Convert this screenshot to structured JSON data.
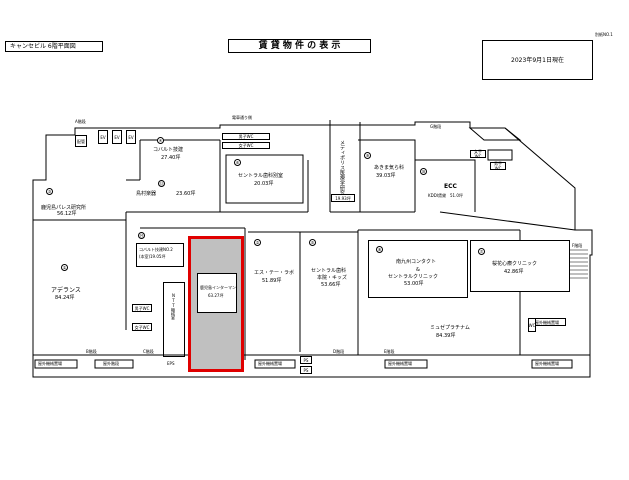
{
  "header": {
    "floor_label": "キャンセビル 6階平面図",
    "title": "賃 貸 物 件 の 表 示",
    "attachment": "別紙NO.1",
    "date": "2023年9月1日現在"
  },
  "street": "電車通り側",
  "stairs": {
    "a": "A階段",
    "b": "B階段",
    "c": "C階段",
    "d": "D階段",
    "e": "E階段",
    "f": "F階段",
    "g": "G階段"
  },
  "facilities": {
    "ev1": "EV",
    "ev2": "EV",
    "ev3": "EV",
    "men_wc": "男子WC",
    "women_wc": "女子WC",
    "ps": "PS",
    "eps": "EPS",
    "pipe_shaft": "配管",
    "ntt": "NTT機械室",
    "mech1": "屋外機械置場",
    "mech2": "屋外機械置場",
    "mech3": "屋外機械置場",
    "mech4": "屋外機械置場",
    "mech5": "屋外機械置場",
    "outdoor_stairs": "屋外階段",
    "wc_small": "WC"
  },
  "tenants": [
    {
      "no": "①",
      "name": "アデランス",
      "area": "84.24坪"
    },
    {
      "no": "②",
      "name": "エス・テー・ラボ",
      "area": "51.89坪"
    },
    {
      "no": "③",
      "name": "鹿児島パレス研究所",
      "area": "56.12坪"
    },
    {
      "no": "④",
      "name": "コバルト技建",
      "area": "27.40坪"
    },
    {
      "no": "⑤",
      "name": "セントラル歯科",
      "line2": "本院・キッズ",
      "area": "53.66坪"
    },
    {
      "no": "⑥",
      "name": "セントラル歯科別室",
      "area": "20.03坪"
    },
    {
      "no": "⑦",
      "name": "桜花心療クリニック",
      "area": "42.86坪"
    },
    {
      "no": "⑧",
      "name": "南九州コンタクト",
      "line2": "&",
      "line3": "セントラルクリニック",
      "area": "53.00坪"
    },
    {
      "no": "⑨",
      "name": "あきま気ら科",
      "area": "39.03坪"
    },
    {
      "no": "⑩",
      "name": "ECC",
      "line2": "KDDI賃貸",
      "area": "51.0坪"
    },
    {
      "no": "⑪",
      "name": "メディポリス医療学研究所",
      "area": "19.93坪"
    },
    {
      "no": "⑫",
      "name": "鳥村楽器",
      "area": "23.60坪"
    },
    {
      "no": "⑬",
      "name": "ミュゼプラチナム",
      "area": "84.39坪"
    },
    {
      "no": "⑭",
      "name": "コバルト技建NO.2",
      "line2": "(本室)",
      "area": "19.05坪"
    }
  ],
  "vacant": {
    "name": "鹿児島インターマン",
    "area": "63.27坪"
  }
}
